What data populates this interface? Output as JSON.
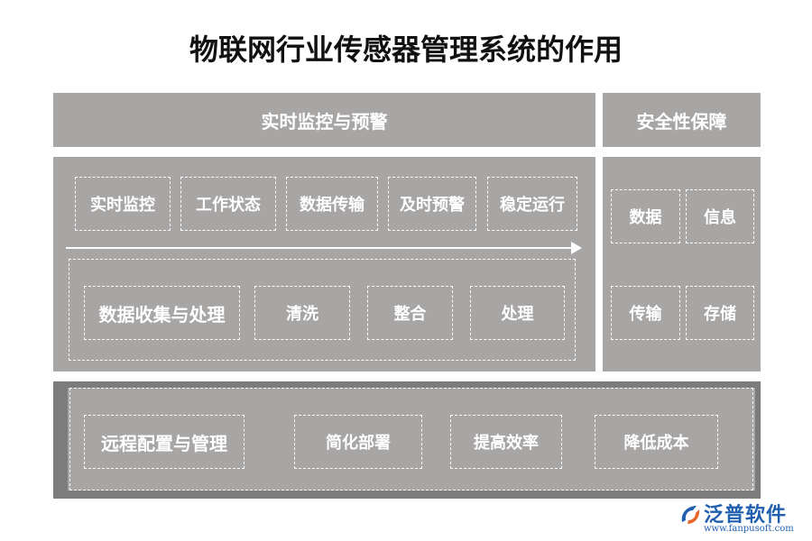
{
  "title": "物联网行业传感器管理系统的作用",
  "realtime": {
    "header": "实时监控与预警",
    "items": [
      "实时监控",
      "工作状态",
      "数据传输",
      "及时预警",
      "稳定运行"
    ],
    "process": [
      "数据收集与处理",
      "清洗",
      "整合",
      "处理"
    ]
  },
  "security": {
    "header": "安全性保障",
    "items": [
      "数据",
      "信息",
      "传输",
      "存储"
    ]
  },
  "remote": {
    "items": [
      "远程配置与管理",
      "简化部署",
      "提高效率",
      "降低成本"
    ]
  },
  "brand": {
    "name": "泛普软件",
    "url": "www.fanpusoft.com"
  },
  "colors": {
    "panel": "#a8a5a5",
    "panel_dark": "#7d7c7c",
    "brand": "#1f5fae"
  }
}
